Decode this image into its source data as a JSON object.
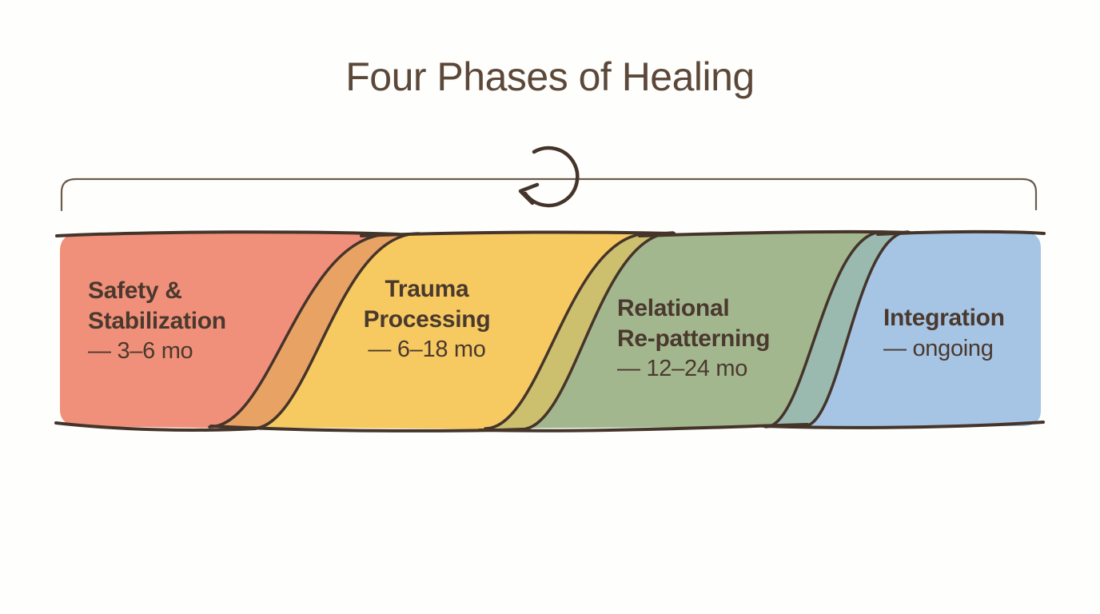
{
  "title": "Four Phases of Healing",
  "bracket": {
    "icon": "cycle-arrow"
  },
  "phases": [
    {
      "id": "safety-stabilization",
      "lines": [
        "Safety &",
        "Stabilization"
      ],
      "duration": "— 3–6 mo",
      "fill": "#F1907A"
    },
    {
      "id": "trauma-processing",
      "lines": [
        "Trauma",
        "Processing"
      ],
      "duration": "— 6–18 mo",
      "fill": "#F6CA61"
    },
    {
      "id": "relational-repatterning",
      "lines": [
        "Relational",
        "Re-patterning"
      ],
      "duration": "— 12–24 mo",
      "fill": "#A3B78F"
    },
    {
      "id": "integration",
      "lines": [
        "Integration"
      ],
      "duration": "— ongoing",
      "fill": "#A6C5E5"
    }
  ],
  "overlaps": [
    {
      "between": "safety-stabilization/trauma-processing",
      "fill": "#E8A263"
    },
    {
      "between": "trauma-processing/relational-repatterning",
      "fill": "#CCC06F"
    },
    {
      "between": "relational-repatterning/integration",
      "fill": "#9ABAAF"
    }
  ],
  "colors": {
    "background": "#FEFEFC",
    "outline": "#45342A",
    "bracket": "#6B5B4D",
    "title_text": "#5C4839",
    "phase_text": "#4A392E"
  }
}
